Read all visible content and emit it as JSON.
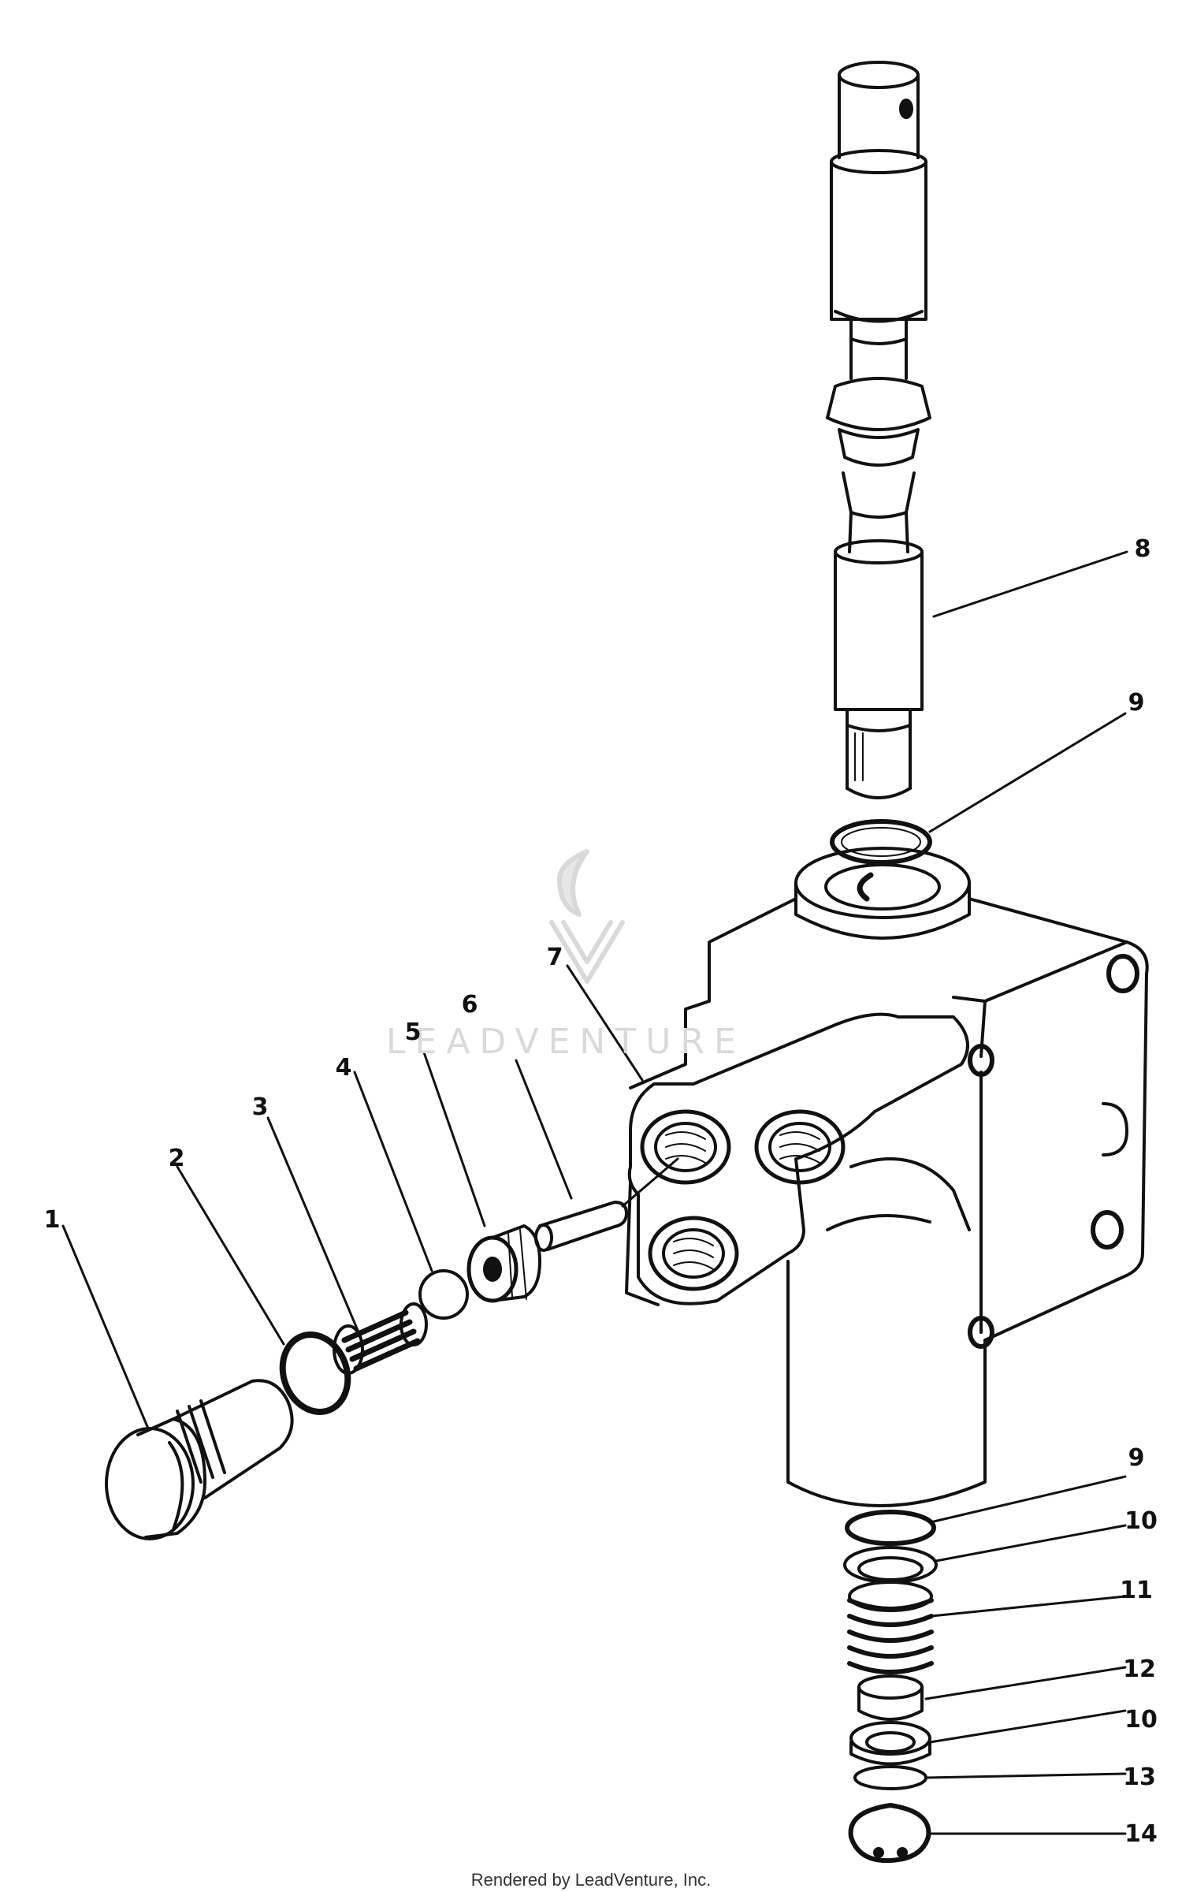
{
  "watermark": {
    "brand": "LEADVENTURE",
    "logo": "leadventure-flame-v-logo"
  },
  "callouts": [
    {
      "id": "1",
      "label": "1"
    },
    {
      "id": "2",
      "label": "2"
    },
    {
      "id": "3",
      "label": "3"
    },
    {
      "id": "4",
      "label": "4"
    },
    {
      "id": "5",
      "label": "5"
    },
    {
      "id": "6",
      "label": "6"
    },
    {
      "id": "7",
      "label": "7"
    },
    {
      "id": "8",
      "label": "8"
    },
    {
      "id": "9a",
      "label": "9"
    },
    {
      "id": "9b",
      "label": "9"
    },
    {
      "id": "10a",
      "label": "10"
    },
    {
      "id": "11",
      "label": "11"
    },
    {
      "id": "12",
      "label": "12"
    },
    {
      "id": "10b",
      "label": "10"
    },
    {
      "id": "13",
      "label": "13"
    },
    {
      "id": "14",
      "label": "14"
    }
  ],
  "footer": {
    "credit": "Rendered by LeadVenture, Inc."
  },
  "colors": {
    "ink": "#111111",
    "paper": "#ffffff",
    "watermark": "#d9d9d9"
  }
}
